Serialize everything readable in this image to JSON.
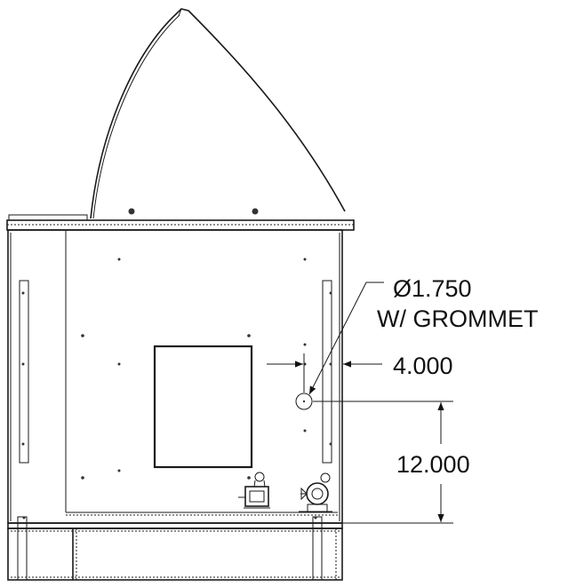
{
  "drawing": {
    "callout": {
      "line1": "Ø1.750",
      "line2": "W/ GROMMET"
    },
    "dimensions": {
      "horizontal": "4.000",
      "vertical": "12.000"
    }
  },
  "colors": {
    "line": "#1a1a1a",
    "background": "#ffffff"
  }
}
